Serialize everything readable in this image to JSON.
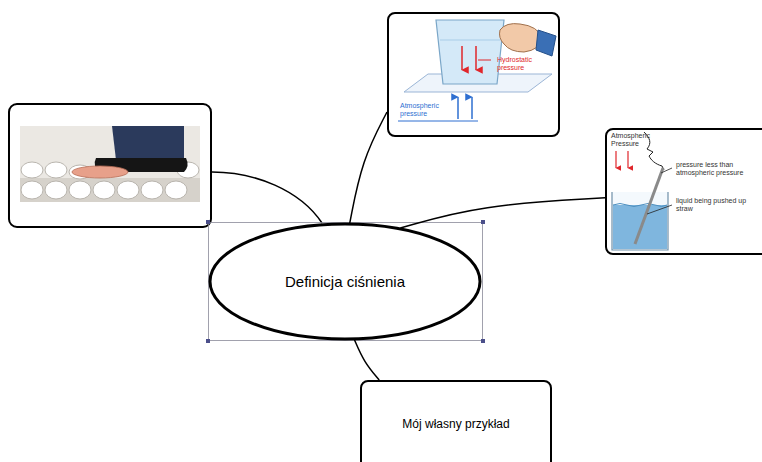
{
  "diagram": {
    "nodes": [
      {
        "text": [
          "Hydrostatic pressure",
          "Atmospheric pressure"
        ]
      },
      {
        "text": [
          "Atmospheric Pressure",
          "pressure less than atmospheric pressure",
          "liquid being pushed up straw"
        ]
      },
      {
        "text": [
          "Definicja ciśnienia"
        ]
      },
      {
        "text": [
          "Mój własny przykład"
        ]
      }
    ],
    "edges": [
      {
        "from": 2,
        "to": 0,
        "arrow": "none"
      },
      {
        "from": 2,
        "to": 1,
        "arrow": "none"
      },
      {
        "from": 2,
        "to": 3,
        "arrow": "none"
      }
    ]
  }
}
